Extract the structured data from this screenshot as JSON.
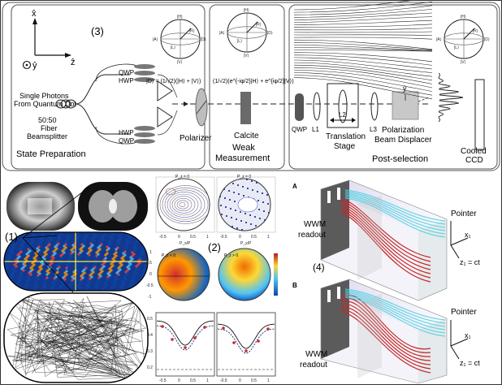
{
  "panel_top": {
    "number": "(3)",
    "axis_x": "x̂",
    "axis_z": "ẑ",
    "axis_y": "ŷ",
    "source_label_1": "Single Photons",
    "source_label_2": "From Quantum Dot",
    "splitter_label_1": "50:50",
    "splitter_label_2": "Fiber",
    "splitter_label_3": "Beamsplitter",
    "state_prep": "State Preparation",
    "qwp_top": "QWP",
    "hwp_top": "HWP",
    "hwp_bottom": "HWP",
    "qwp_bottom": "QWP",
    "polarizer": "Polarizer",
    "eq_D": "|D⟩ = (1/√2)(|H⟩ + |V⟩)",
    "eq_weak": "(1/√2)(e^{-iφ/2}|H⟩ + e^{iφ/2}|V⟩)",
    "calcite": "Calcite",
    "weak_1": "Weak",
    "weak_2": "Measurement",
    "qwp_2": "QWP",
    "l1": "L1",
    "l2": "L2",
    "l3": "L3",
    "translation_1": "Translation",
    "translation_2": "Stage",
    "pbd_1": "Polarization",
    "pbd_2": "Beam Displacer",
    "post_selection": "Post-selection",
    "ccd_1": "Cooled",
    "ccd_2": "CCD",
    "y_hat": "ŷ",
    "sphere": {
      "H": "|H⟩",
      "V": "|V⟩",
      "A": "|A⟩",
      "D": "|D⟩",
      "R": "|R⟩",
      "L": "|L⟩"
    }
  },
  "panel_1": {
    "number": "(1)"
  },
  "panel_2": {
    "number": "(2)",
    "label_pz0_a": "P_z = 0",
    "label_pz0_b": "P_z = 0",
    "label_pz0_c": "P_z < 0",
    "label_pz0_d": "P_z > 0",
    "ticks_x": [
      "-0.5",
      "0",
      "0.5",
      "1"
    ],
    "ticks_x2": [
      "-0.5",
      "0",
      "0.5",
      "1"
    ],
    "ticks_y_top": [
      "1",
      "0.5",
      "0",
      "-0.5",
      "-1"
    ],
    "ticks_y_bottom": [
      "0.5",
      "0.4",
      "0.3",
      "0.2"
    ],
    "colorbar_label": "",
    "x_label": "P_x/P"
  },
  "panel_4": {
    "number": "(4)",
    "label_A": "A",
    "label_B": "B",
    "wwm_1": "WWM",
    "wwm_2": "readout",
    "pointer": "Pointer",
    "x1": "x₁",
    "z1": "z₁ = ct",
    "wwm_b_1": "WWM",
    "wwm_b_2": "readout",
    "pointer_b": "Pointer",
    "x1_b": "x₁",
    "z1_b": "z₁ = ct"
  },
  "colors": {
    "frame": "#555555",
    "red_paths": "#c62828",
    "cyan_paths": "#4dd0e1",
    "wall": "#4a4a4a"
  }
}
